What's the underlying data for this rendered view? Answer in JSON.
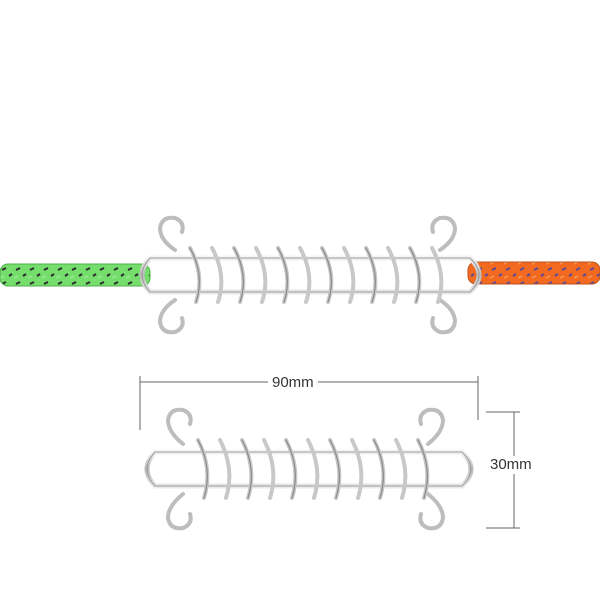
{
  "dimensions": {
    "length_label": "90mm",
    "height_label": "30mm"
  },
  "colors": {
    "rope_left": "#6fdc6a",
    "rope_right": "#f26a1f",
    "metal": "#c9c9c9",
    "metal_dark": "#8a8a8a",
    "dimension_line": "#666666"
  },
  "icons": {
    "top_product": "spring-tensioner-with-ropes",
    "bottom_product": "spring-tensioner-isolated"
  }
}
